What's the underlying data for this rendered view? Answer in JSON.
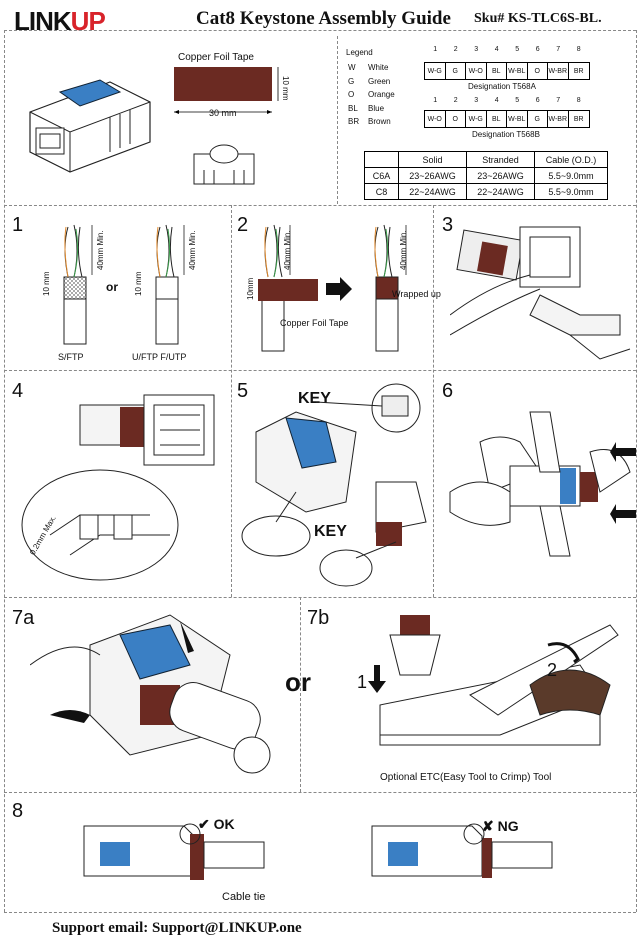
{
  "header": {
    "logo": "LINKUP",
    "title": "Cat8 Keystone Assembly Guide",
    "sku": "Sku# KS-TLC6S-BL."
  },
  "foil": {
    "label": "Copper Foil Tape",
    "width": "30 mm",
    "height": "10 mm"
  },
  "legend": {
    "title": "Legend",
    "items": [
      {
        "code": "W",
        "name": "White"
      },
      {
        "code": "G",
        "name": "Green"
      },
      {
        "code": "O",
        "name": "Orange"
      },
      {
        "code": "BL",
        "name": "Blue"
      },
      {
        "code": "BR",
        "name": "Brown"
      }
    ]
  },
  "pins": [
    "1",
    "2",
    "3",
    "4",
    "5",
    "6",
    "7",
    "8"
  ],
  "t568a": {
    "wires": [
      "W-G",
      "G",
      "W-O",
      "BL",
      "W-BL",
      "O",
      "W-BR",
      "BR"
    ],
    "caption": "Designation T568A"
  },
  "t568b": {
    "wires": [
      "W-O",
      "O",
      "W-G",
      "BL",
      "W-BL",
      "G",
      "W-BR",
      "BR"
    ],
    "caption": "Designation T568B"
  },
  "spec": {
    "headers": [
      "",
      "Solid",
      "Stranded",
      "Cable (O.D.)"
    ],
    "rows": [
      [
        "C6A",
        "23~26AWG",
        "23~26AWG",
        "5.5~9.0mm"
      ],
      [
        "C8",
        "22~24AWG",
        "22~24AWG",
        "5.5~9.0mm"
      ]
    ]
  },
  "steps": {
    "s1": {
      "num": "1",
      "or": "or",
      "left": "S/FTP",
      "right": "U/FTP  F/UTP",
      "min40": "40mm Min.",
      "mm10": "10 mm"
    },
    "s2": {
      "num": "2",
      "tape": "Copper Foil Tape",
      "wrapped": "Wrapped up",
      "min40": "40mm Min.",
      "mm10": "10mm"
    },
    "s3": {
      "num": "3"
    },
    "s4": {
      "num": "4",
      "max": "0.2mm Max."
    },
    "s5": {
      "num": "5",
      "key1": "KEY",
      "key2": "KEY"
    },
    "s6": {
      "num": "6"
    },
    "s7a": {
      "num": "7a",
      "or": "or"
    },
    "s7b": {
      "num": "7b",
      "arrow1": "1",
      "arrow2": "2",
      "caption": "Optional ETC(Easy Tool to Crimp) Tool"
    },
    "s8": {
      "num": "8",
      "ok": "OK",
      "ng": "NG",
      "tie": "Cable tie"
    }
  },
  "footer": {
    "support": "Support email: Support@LINKUP.one"
  },
  "colors": {
    "brand_red": "#d8232a",
    "foil": "#6b2a22",
    "blue": "#3a7fc4"
  }
}
